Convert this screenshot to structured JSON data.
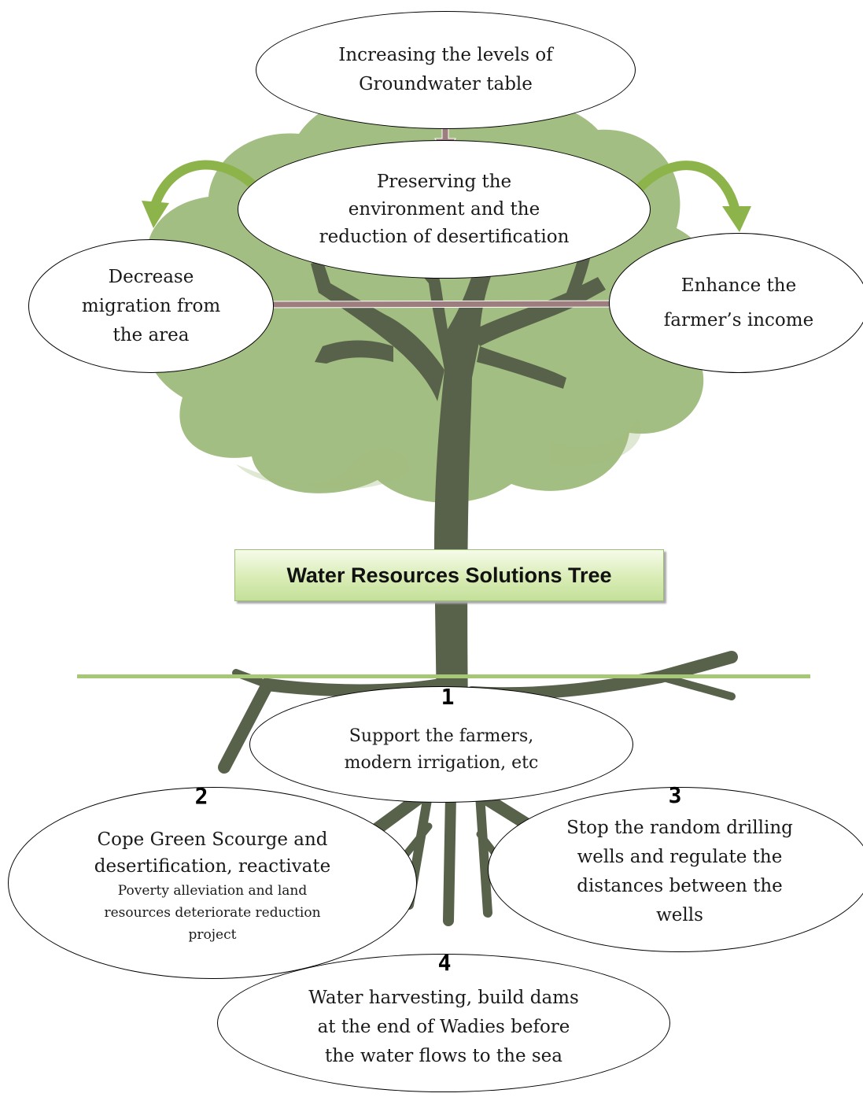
{
  "title": "Water Resources Solutions Tree",
  "colors": {
    "foliage": "#a3be82",
    "foliage_dark": "#92ae70",
    "trunk": "#58614a",
    "ground_line": "#a6c776",
    "brown_arrow": "#9e7d7f",
    "green_arrow": "#8db44a"
  },
  "effects": [
    {
      "lines": [
        "Increasing the levels of",
        "Groundwater table"
      ]
    },
    {
      "lines": [
        "Preserving the",
        "environment and the",
        "reduction of desertification"
      ]
    },
    {
      "lines": [
        "Decrease",
        "migration from",
        "the area"
      ]
    },
    {
      "lines": [
        "Enhance the",
        "farmer’s income"
      ]
    }
  ],
  "solutions": [
    {
      "number": "1",
      "lines": [
        "Support the farmers,",
        "modern irrigation, etc"
      ]
    },
    {
      "number": "2",
      "lines": [
        "Cope Green Scourge and",
        "desertification, reactivate"
      ],
      "small_lines": [
        "Poverty alleviation and land",
        "resources deteriorate reduction",
        "project"
      ]
    },
    {
      "number": "3",
      "lines": [
        "Stop the random drilling",
        "wells and regulate the",
        "distances between the",
        "wells"
      ]
    },
    {
      "number": "4",
      "lines": [
        "Water harvesting, build dams",
        "at the end of Wadies before",
        "the water flows to the sea"
      ]
    }
  ]
}
